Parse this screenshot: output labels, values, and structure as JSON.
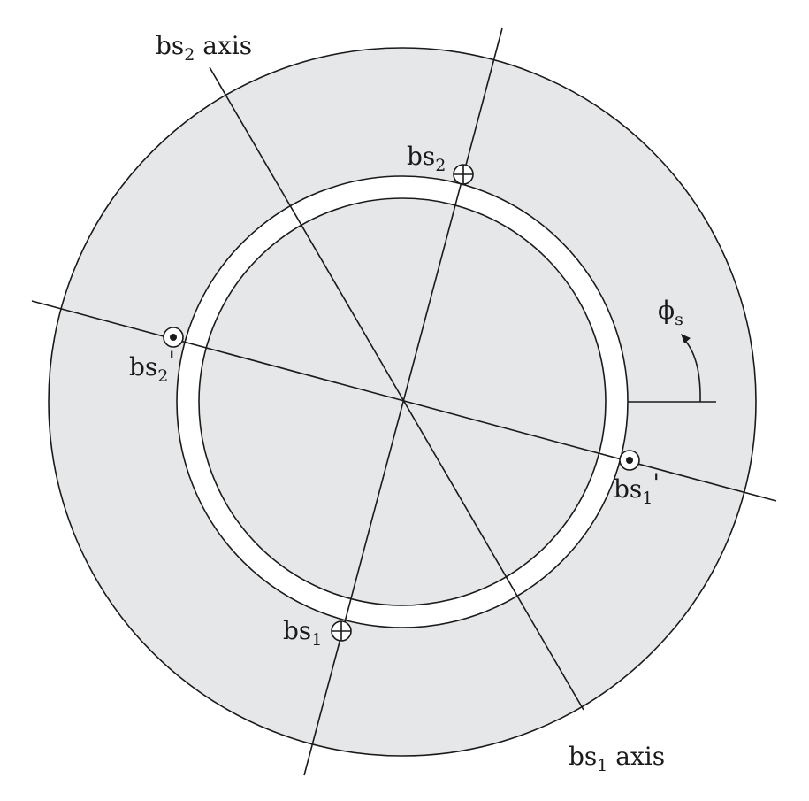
{
  "diagram": {
    "labels": {
      "bs2_axis": {
        "base": "bs",
        "sub": "2",
        "suffix": " axis"
      },
      "bs1_axis": {
        "base": "bs",
        "sub": "1",
        "suffix": " axis"
      },
      "bs2": {
        "base": "bs",
        "sub": "2"
      },
      "bs2_prime": {
        "base": "bs",
        "sub": "2",
        "prime": "'"
      },
      "bs1": {
        "base": "bs",
        "sub": "1"
      },
      "bs1_prime": {
        "base": "bs",
        "sub": "1",
        "prime": "'"
      },
      "phi_s": {
        "base": "ϕ",
        "sub": "s"
      }
    },
    "colors": {
      "stator_fill": "#e6e7e9",
      "rotor_fill": "#e6e7e9",
      "air_gap_fill": "#ffffff",
      "line": "#1a1a1a"
    }
  }
}
